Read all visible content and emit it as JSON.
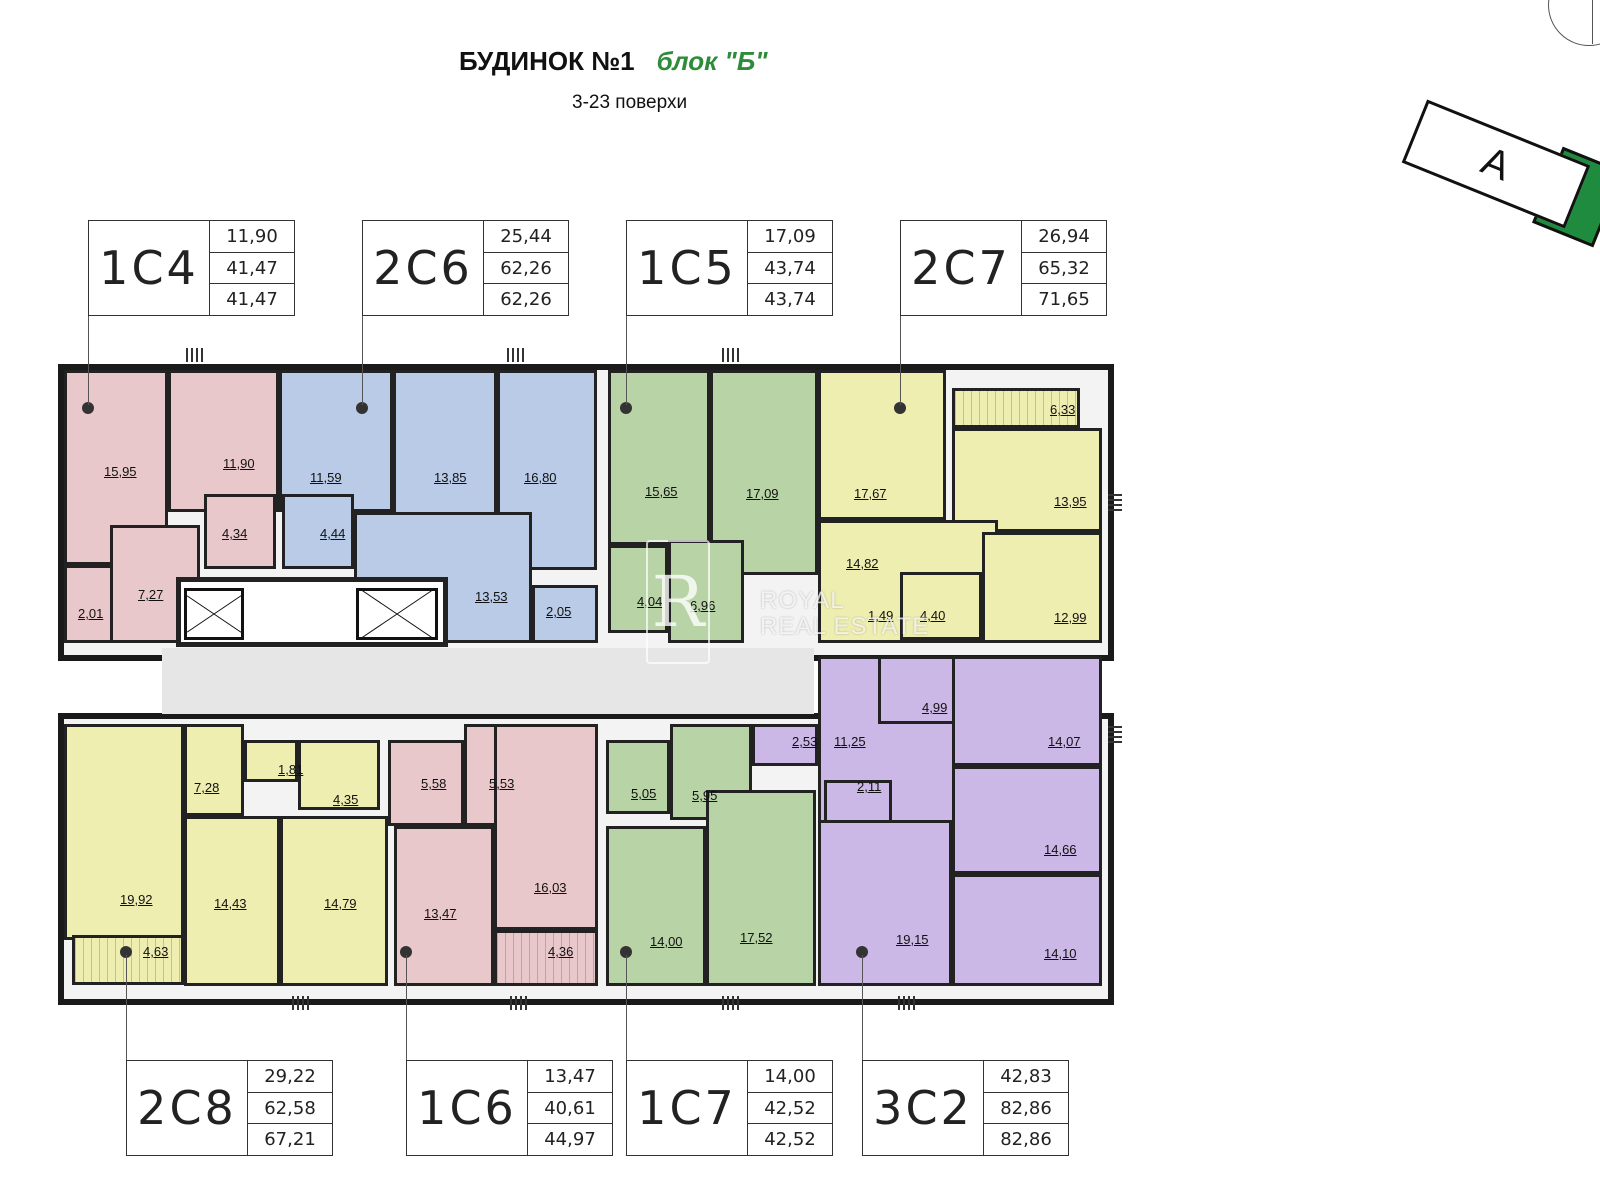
{
  "header": {
    "title": "БУДИНОК №1",
    "block": "блок \"Б\"",
    "floors": "3-23 поверхи",
    "section_tag": "А"
  },
  "watermark": {
    "line1": "ROYAL",
    "line2": "REAL ESTATE",
    "logo_letter": "R"
  },
  "colors": {
    "pink": "#e9c8cc",
    "blue": "#b9cbe7",
    "green": "#b8d3a6",
    "yellow": "#eeeeb1",
    "purple": "#cbb8e6",
    "block_green": "#2e8b3a"
  },
  "apartments": [
    {
      "code": "1С4",
      "values": [
        "11,90",
        "41,47",
        "41,47"
      ]
    },
    {
      "code": "2С6",
      "values": [
        "25,44",
        "62,26",
        "62,26"
      ]
    },
    {
      "code": "1С5",
      "values": [
        "17,09",
        "43,74",
        "43,74"
      ]
    },
    {
      "code": "2С7",
      "values": [
        "26,94",
        "65,32",
        "71,65"
      ]
    },
    {
      "code": "2С8",
      "values": [
        "29,22",
        "62,58",
        "67,21"
      ]
    },
    {
      "code": "1С6",
      "values": [
        "13,47",
        "40,61",
        "44,97"
      ]
    },
    {
      "code": "1С7",
      "values": [
        "14,00",
        "42,52",
        "42,52"
      ]
    },
    {
      "code": "3С2",
      "values": [
        "42,83",
        "82,86",
        "82,86"
      ]
    }
  ],
  "rooms": {
    "r01": "15,95",
    "r02": "11,90",
    "r03": "4,34",
    "r04": "7,27",
    "r05": "2,01",
    "r06": "11,59",
    "r07": "13,85",
    "r08": "16,80",
    "r09": "4,44",
    "r10": "13,53",
    "r11": "2,05",
    "r12": "15,65",
    "r13": "17,09",
    "r14": "4,04",
    "r15": "6,96",
    "r16": "17,67",
    "r17": "6,33",
    "r18": "13,95",
    "r19": "14,82",
    "r20": "1,49",
    "r21": "4,40",
    "r22": "12,99",
    "r23": "19,92",
    "r24": "7,28",
    "r25": "1,81",
    "r26": "4,35",
    "r27": "14,43",
    "r28": "14,79",
    "r29": "4,63",
    "r30": "5,58",
    "r31": "5,53",
    "r32": "13,47",
    "r33": "16,03",
    "r34": "4,36",
    "r35": "5,05",
    "r36": "5,95",
    "r37": "14,00",
    "r38": "17,52",
    "r39": "4,99",
    "r40": "2,53",
    "r41": "11,25",
    "r42": "2,11",
    "r43": "14,07",
    "r44": "14,66",
    "r45": "19,15",
    "r46": "14,10"
  }
}
